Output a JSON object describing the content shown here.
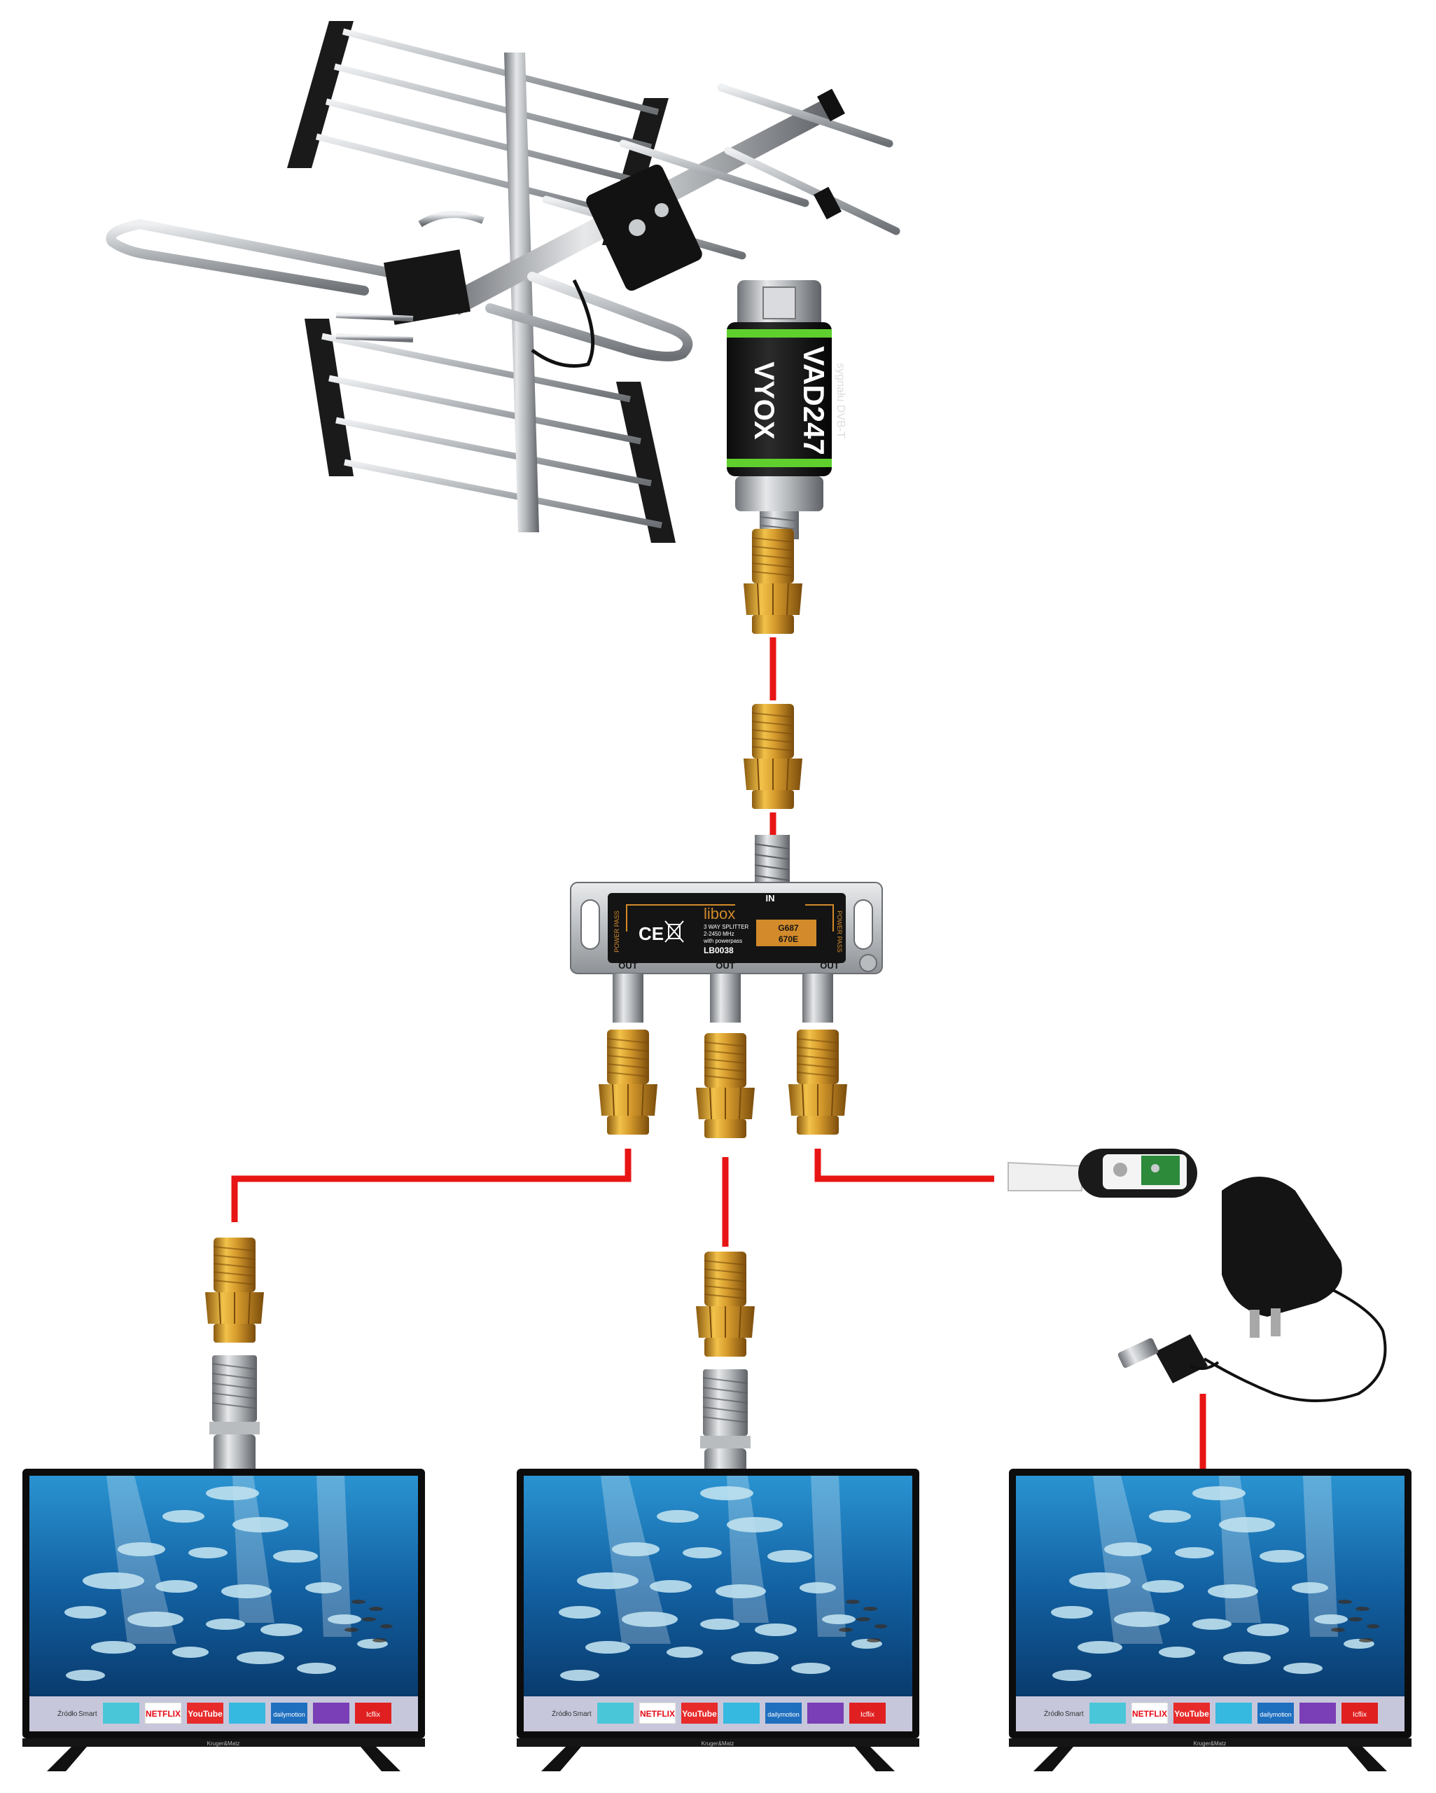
{
  "amplifier": {
    "model": "VAD247",
    "brand": "VYOX",
    "subtitle": "sygnału DVB-T"
  },
  "splitter": {
    "brand": "libox",
    "desc_line1": "3 WAY SPLITTER",
    "desc_line2": "2-2450 MHz",
    "desc_line3": "with powerpass",
    "model": "LB0038",
    "code_line1": "G687",
    "code_line2": "670E",
    "in_label": "IN",
    "out_label": "OUT",
    "power_pass_label": "POWER PASS",
    "ce_mark": "CE"
  },
  "tv": {
    "dock_left_1": "Źródło",
    "dock_left_2": "Smart",
    "apps": [
      "",
      "NETFLIX",
      "YouTube",
      "",
      "dailymotion",
      "",
      "Icflix"
    ],
    "brand": "Kruger&Matz"
  },
  "colors": {
    "cable": "#e81515",
    "gold": "#c8962a",
    "screen_top": "#1d7fbf",
    "screen_bottom": "#062e5c"
  }
}
